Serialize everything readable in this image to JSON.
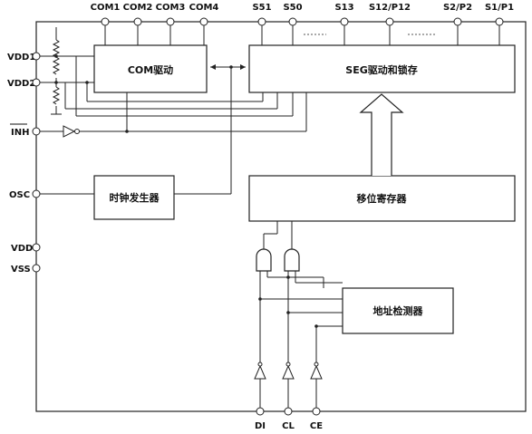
{
  "top_pins": {
    "com1": "COM1",
    "com2": "COM2",
    "com3": "COM3",
    "com4": "COM4",
    "s51": "S51",
    "s50": "S50",
    "s13": "S13",
    "s12": "S12/P12",
    "s2": "S2/P2",
    "s1": "S1/P1"
  },
  "left_pins": {
    "vdd1": "VDD1",
    "vdd2": "VDD2",
    "inh": "INH",
    "osc": "OSC",
    "vdd": "VDD",
    "vss": "VSS"
  },
  "bottom_pins": {
    "di": "DI",
    "cl": "CL",
    "ce": "CE"
  },
  "blocks": {
    "com_driver": "COM驱动",
    "seg_driver": "SEG驱动和锁存",
    "clock_gen": "时钟发生器",
    "shift_reg": "移位寄存器",
    "addr_detect": "地址检测器"
  }
}
